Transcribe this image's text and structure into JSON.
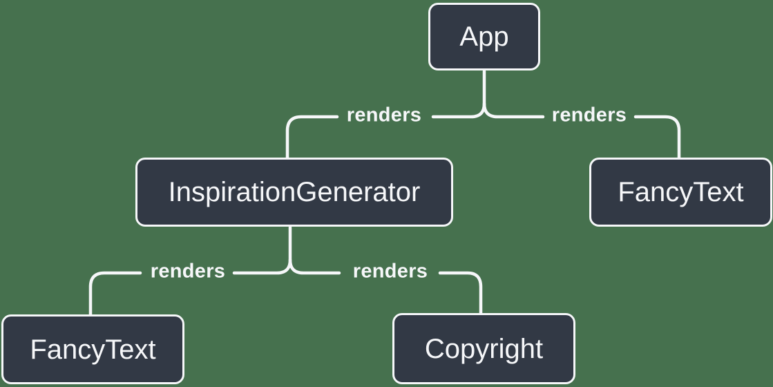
{
  "diagram": {
    "type": "component-render-tree",
    "nodes": {
      "app": {
        "label": "App"
      },
      "inspiration_generator": {
        "label": "InspirationGenerator"
      },
      "fancy_text_top": {
        "label": "FancyText"
      },
      "fancy_text_bottom": {
        "label": "FancyText"
      },
      "copyright": {
        "label": "Copyright"
      }
    },
    "edges": [
      {
        "from": "App",
        "to": "InspirationGenerator",
        "label": "renders"
      },
      {
        "from": "App",
        "to": "FancyText",
        "label": "renders"
      },
      {
        "from": "InspirationGenerator",
        "to": "FancyText",
        "label": "renders"
      },
      {
        "from": "InspirationGenerator",
        "to": "Copyright",
        "label": "renders"
      }
    ]
  },
  "colors": {
    "background": "#46714e",
    "node_fill": "#323945",
    "line": "#f6f7f9",
    "text": "#f6f7f9"
  }
}
